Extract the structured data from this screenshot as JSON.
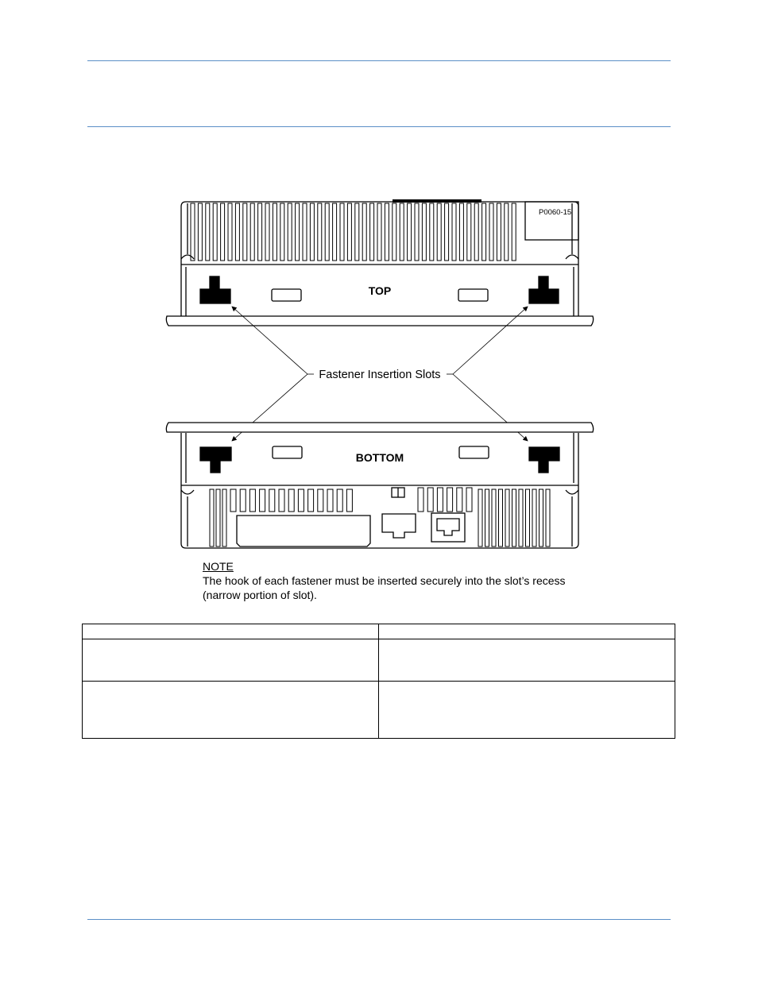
{
  "figure": {
    "figure_id": "P0060-15",
    "top_label": "TOP",
    "bottom_label": "BOTTOM",
    "callout": "Fastener Insertion Slots"
  },
  "note": {
    "title": "NOTE",
    "text": "The hook of each fastener must be inserted securely into the slot’s recess (narrow portion of slot)."
  },
  "table": {
    "rows": [
      [
        "",
        ""
      ],
      [
        "",
        ""
      ],
      [
        "",
        ""
      ]
    ]
  },
  "colors": {
    "rule": "#5b8fc7",
    "line": "#000000"
  }
}
